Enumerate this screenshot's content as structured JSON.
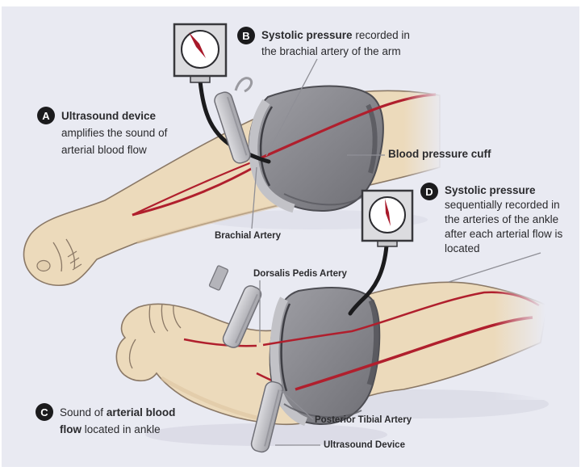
{
  "annotations": {
    "a": {
      "badge": "A",
      "line1": "Ultrasound device",
      "line2": "amplifies the sound of",
      "line3": "arterial blood flow"
    },
    "b": {
      "badge": "B",
      "bold": "Systolic pressure",
      "line1_rest": "recorded in",
      "line2": "the brachial artery of the arm"
    },
    "c": {
      "badge": "C",
      "line1_pre": "Sound of",
      "line1_bold": "arterial blood",
      "line2_bold": "flow",
      "line2_rest": "located in ankle"
    },
    "d": {
      "badge": "D",
      "bold": "Systolic pressure",
      "line2": "sequentially recorded in",
      "line3": "the arteries of the ankle",
      "line4": "after each arterial flow is",
      "line5": "located"
    }
  },
  "labels": {
    "blood_pressure_cuff": "Blood pressure cuff",
    "brachial_artery": "Brachial Artery",
    "dorsalis_pedis_artery": "Dorsalis Pedis Artery",
    "posterior_tibial_artery": "Posterior Tibial Artery",
    "ultrasound_device": "Ultrasound Device"
  },
  "colors": {
    "panel_bg": "#e9eaf2",
    "skin": "#ecdabb",
    "skin_outline": "#8a7866",
    "cuff_gray": "#8d8d93",
    "cuff_dark": "#4d4d53",
    "cuff_light": "#c2c2c7",
    "probe_gray": "#cdcdd2",
    "artery_red": "#b01f2d",
    "tube_black": "#1b1b1d",
    "badge_bg": "#1b1b1d",
    "leader_line": "#8f8f96",
    "text": "#2a2a2d"
  }
}
